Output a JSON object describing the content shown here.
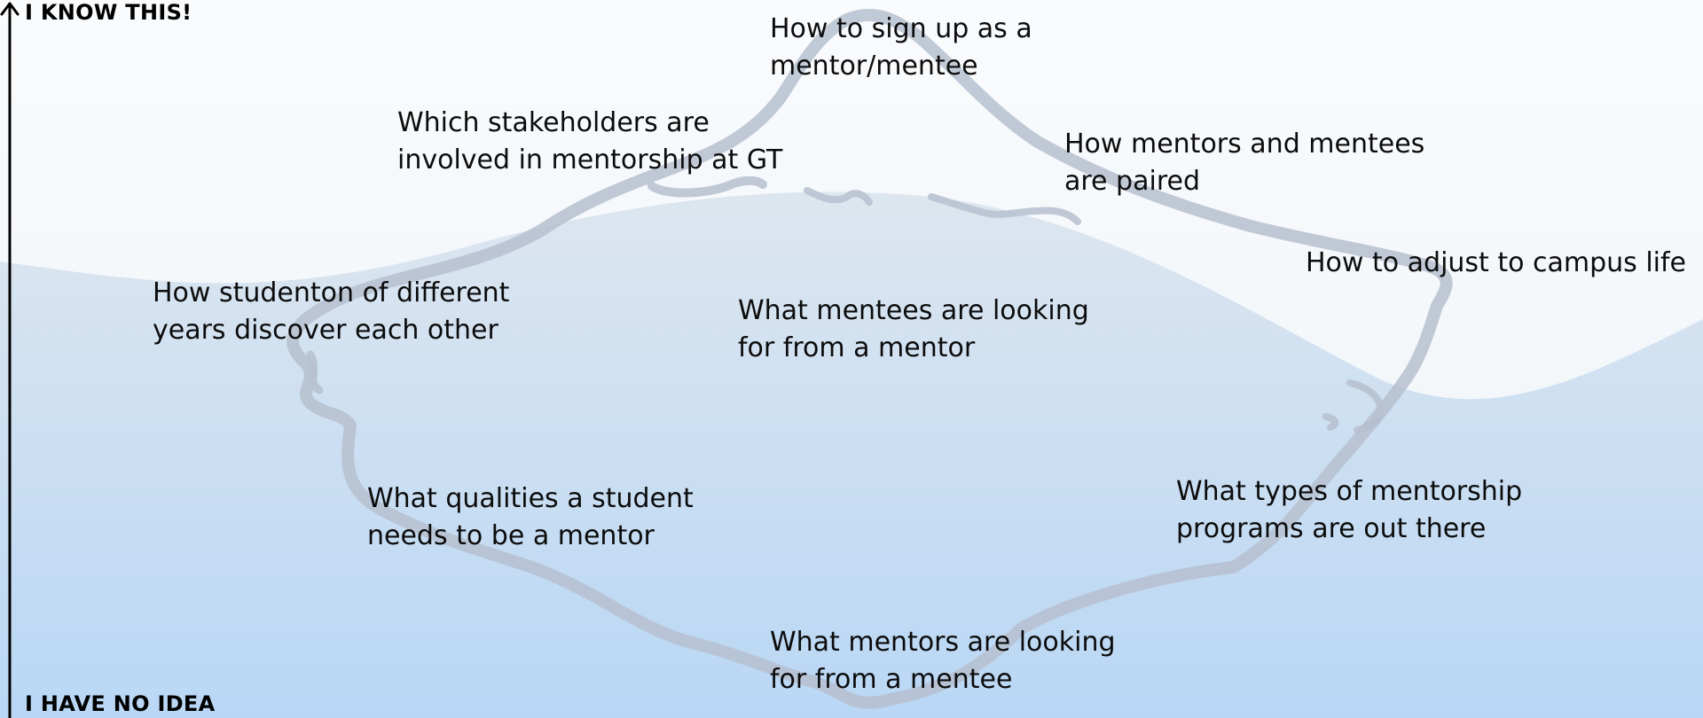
{
  "axis": {
    "top_label": "I KNOW THIS!",
    "bottom_label": "I HAVE NO IDEA"
  },
  "items": [
    {
      "id": "sign-up",
      "text": "How to sign up as a\nmentor/mentee"
    },
    {
      "id": "stakeholders",
      "text": "Which stakeholders are\ninvolved in mentorship at GT"
    },
    {
      "id": "paired",
      "text": "How mentors and mentees\nare paired"
    },
    {
      "id": "campus-life",
      "text": "How to adjust to campus life"
    },
    {
      "id": "discover",
      "text": "How studenton of different\nyears discover each other"
    },
    {
      "id": "mentees-looking",
      "text": "What mentees are looking\nfor from a mentor"
    },
    {
      "id": "qualities",
      "text": "What qualities a student\nneeds to be a mentor"
    },
    {
      "id": "program-types",
      "text": "What types of mentorship\nprograms are out there"
    },
    {
      "id": "mentors-looking",
      "text": "What mentors are looking\nfor from a mentee"
    }
  ],
  "colors": {
    "sky": "#f5f8fb",
    "water_top": "#dde6ef",
    "water_bottom": "#b9d7f5",
    "iceberg_outline": "#b6bfcf",
    "axis": "#000000"
  }
}
